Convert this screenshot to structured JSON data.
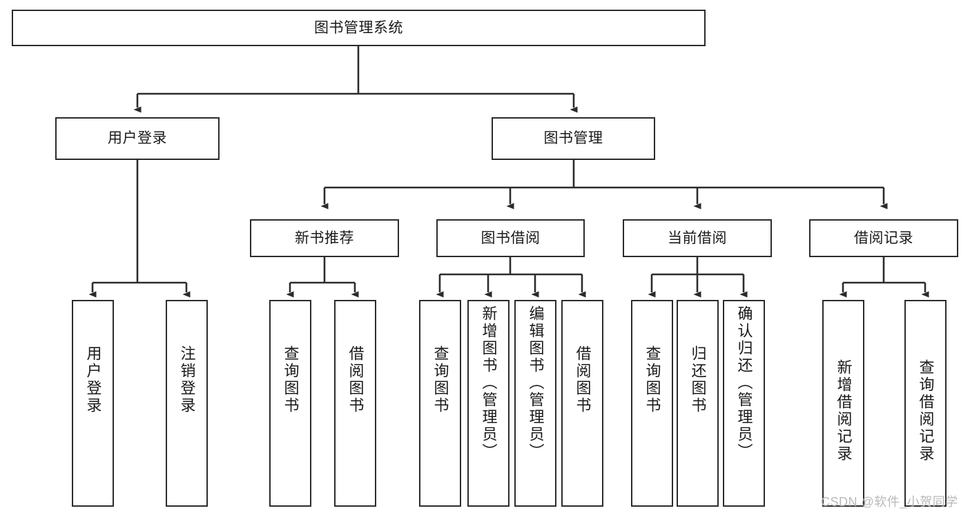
{
  "diagram": {
    "title": "图书管理系统",
    "type": "tree",
    "watermark": "CSDN @软件_小贺同学",
    "colors": {
      "box_border": "#2b2b2b",
      "box_fill": "#ffffff",
      "connector": "#2b2b2b",
      "text": "#1a1a1a",
      "watermark": "#b9b9b9"
    },
    "nodes": {
      "root": {
        "label": "图书管理系统",
        "orientation": "horizontal"
      },
      "l2": [
        {
          "label": "用户登录",
          "orientation": "horizontal"
        },
        {
          "label": "图书管理",
          "orientation": "horizontal"
        }
      ],
      "l3": [
        {
          "label": "新书推荐",
          "orientation": "horizontal"
        },
        {
          "label": "图书借阅",
          "orientation": "horizontal"
        },
        {
          "label": "当前借阅",
          "orientation": "horizontal"
        },
        {
          "label": "借阅记录",
          "orientation": "horizontal"
        }
      ],
      "leaves_user_login": [
        {
          "label": "用户登录",
          "orientation": "vertical"
        },
        {
          "label": "注销登录",
          "orientation": "vertical"
        }
      ],
      "leaves_new_books": [
        {
          "label": "查询图书",
          "orientation": "vertical"
        },
        {
          "label": "借阅图书",
          "orientation": "vertical"
        }
      ],
      "leaves_borrow": [
        {
          "label": "查询图书",
          "orientation": "vertical"
        },
        {
          "label": "新增图书（管理员）",
          "orientation": "vertical"
        },
        {
          "label": "编辑图书（管理员）",
          "orientation": "vertical"
        },
        {
          "label": "借阅图书",
          "orientation": "vertical"
        }
      ],
      "leaves_current": [
        {
          "label": "查询图书",
          "orientation": "vertical"
        },
        {
          "label": "归还图书",
          "orientation": "vertical"
        },
        {
          "label": "确认归还（管理员）",
          "orientation": "vertical"
        }
      ],
      "leaves_records": [
        {
          "label": "新增借阅记录",
          "orientation": "vertical"
        },
        {
          "label": "查询借阅记录",
          "orientation": "vertical"
        }
      ]
    }
  }
}
